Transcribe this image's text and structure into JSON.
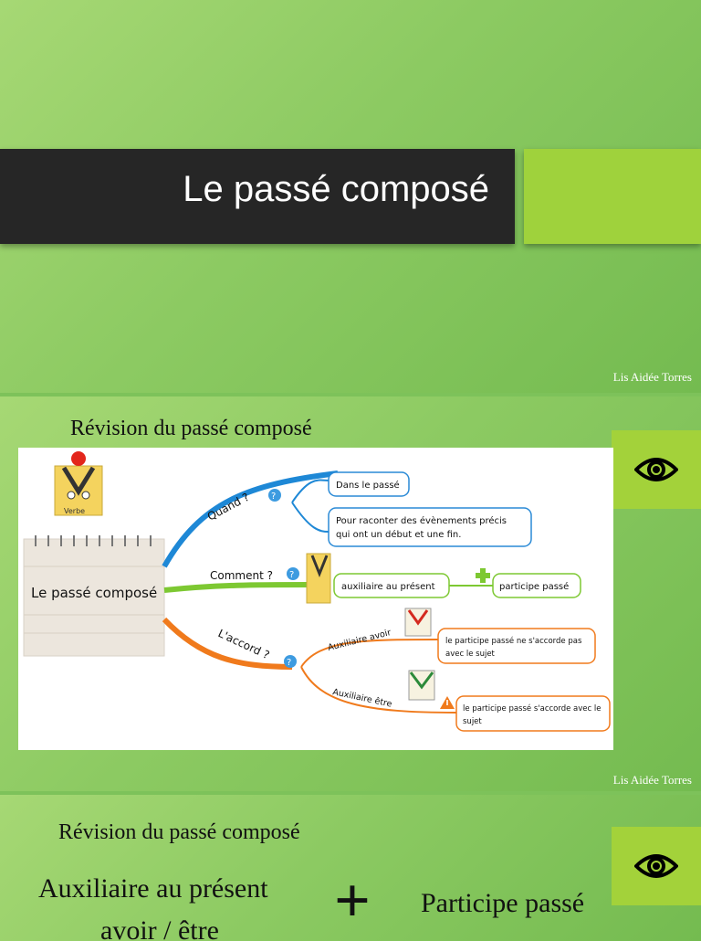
{
  "slide1": {
    "title": "Le passé composé",
    "author": "Lis Aidée Torres"
  },
  "slide2": {
    "heading": "Révision du passé composé",
    "author": "Lis Aidée Torres",
    "mindmap": {
      "center": "Le passé composé",
      "verbe_label": "Verbe",
      "branch_quand": "Quand ?",
      "branch_comment": "Comment ?",
      "branch_accord": "L'accord ?",
      "box_passe": "Dans le passé",
      "box_raconter_1": "Pour raconter des évènements précis",
      "box_raconter_2": "qui ont un début et une fin.",
      "box_auxiliaire": "auxiliaire au présent",
      "box_participe": "participe passé",
      "aux_avoir": "Auxiliaire avoir",
      "aux_etre": "Auxiliaire être",
      "box_avoir_1": "le participe passé ne s'accorde pas",
      "box_avoir_2": "avec le sujet",
      "box_etre_1": "le participe passé s'accorde avec le",
      "box_etre_2": "sujet",
      "question_mark": "?"
    }
  },
  "slide3": {
    "heading": "Révision du passé composé",
    "aux_line1": "Auxiliaire au présent",
    "aux_line2": "avoir / être",
    "plus": "+",
    "participe": "Participe passé"
  },
  "icons": {
    "eye": "eye-icon",
    "plus": "plus-icon",
    "warning": "warning-icon",
    "help": "help-icon"
  },
  "colors": {
    "accent_green": "#9fd23c",
    "title_bar": "#262626",
    "branch_blue": "#1e88d6",
    "branch_green": "#7dc832",
    "branch_orange": "#f07a1c"
  }
}
